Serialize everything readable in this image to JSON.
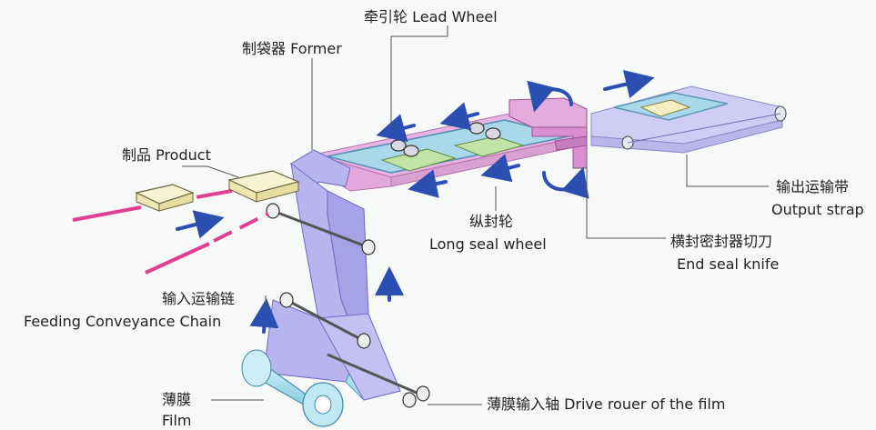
{
  "labels": {
    "lead_wheel": "牵引轮 Lead Wheel",
    "former": "制袋器 Former",
    "product": "制品 Product",
    "output_strap_cn": "输出运输带",
    "output_strap_en": "Output strap",
    "long_seal_cn": "纵封轮",
    "long_seal_en": "Long seal wheel",
    "end_seal_cn": "横封密封器切刀",
    "end_seal_en": "End seal knife",
    "feeding_cn": "输入运输链",
    "feeding_en": "Feeding Conveyance Chain",
    "film_cn": "薄膜",
    "film_en": "Film",
    "drive_roller": "薄膜输入轴 Drive rouer of the film"
  },
  "colors": {
    "film": "#b7b4ee",
    "film_dark": "#8f8ad8",
    "table": "#a9d8ea",
    "frame": "#e9b3e3",
    "output_belt": "#cfcdf5",
    "product": "#f4efc2",
    "seal_pad": "#c2e3a8",
    "chain": "#e0418e",
    "arrow": "#2b4fb0",
    "leader": "#555555"
  }
}
